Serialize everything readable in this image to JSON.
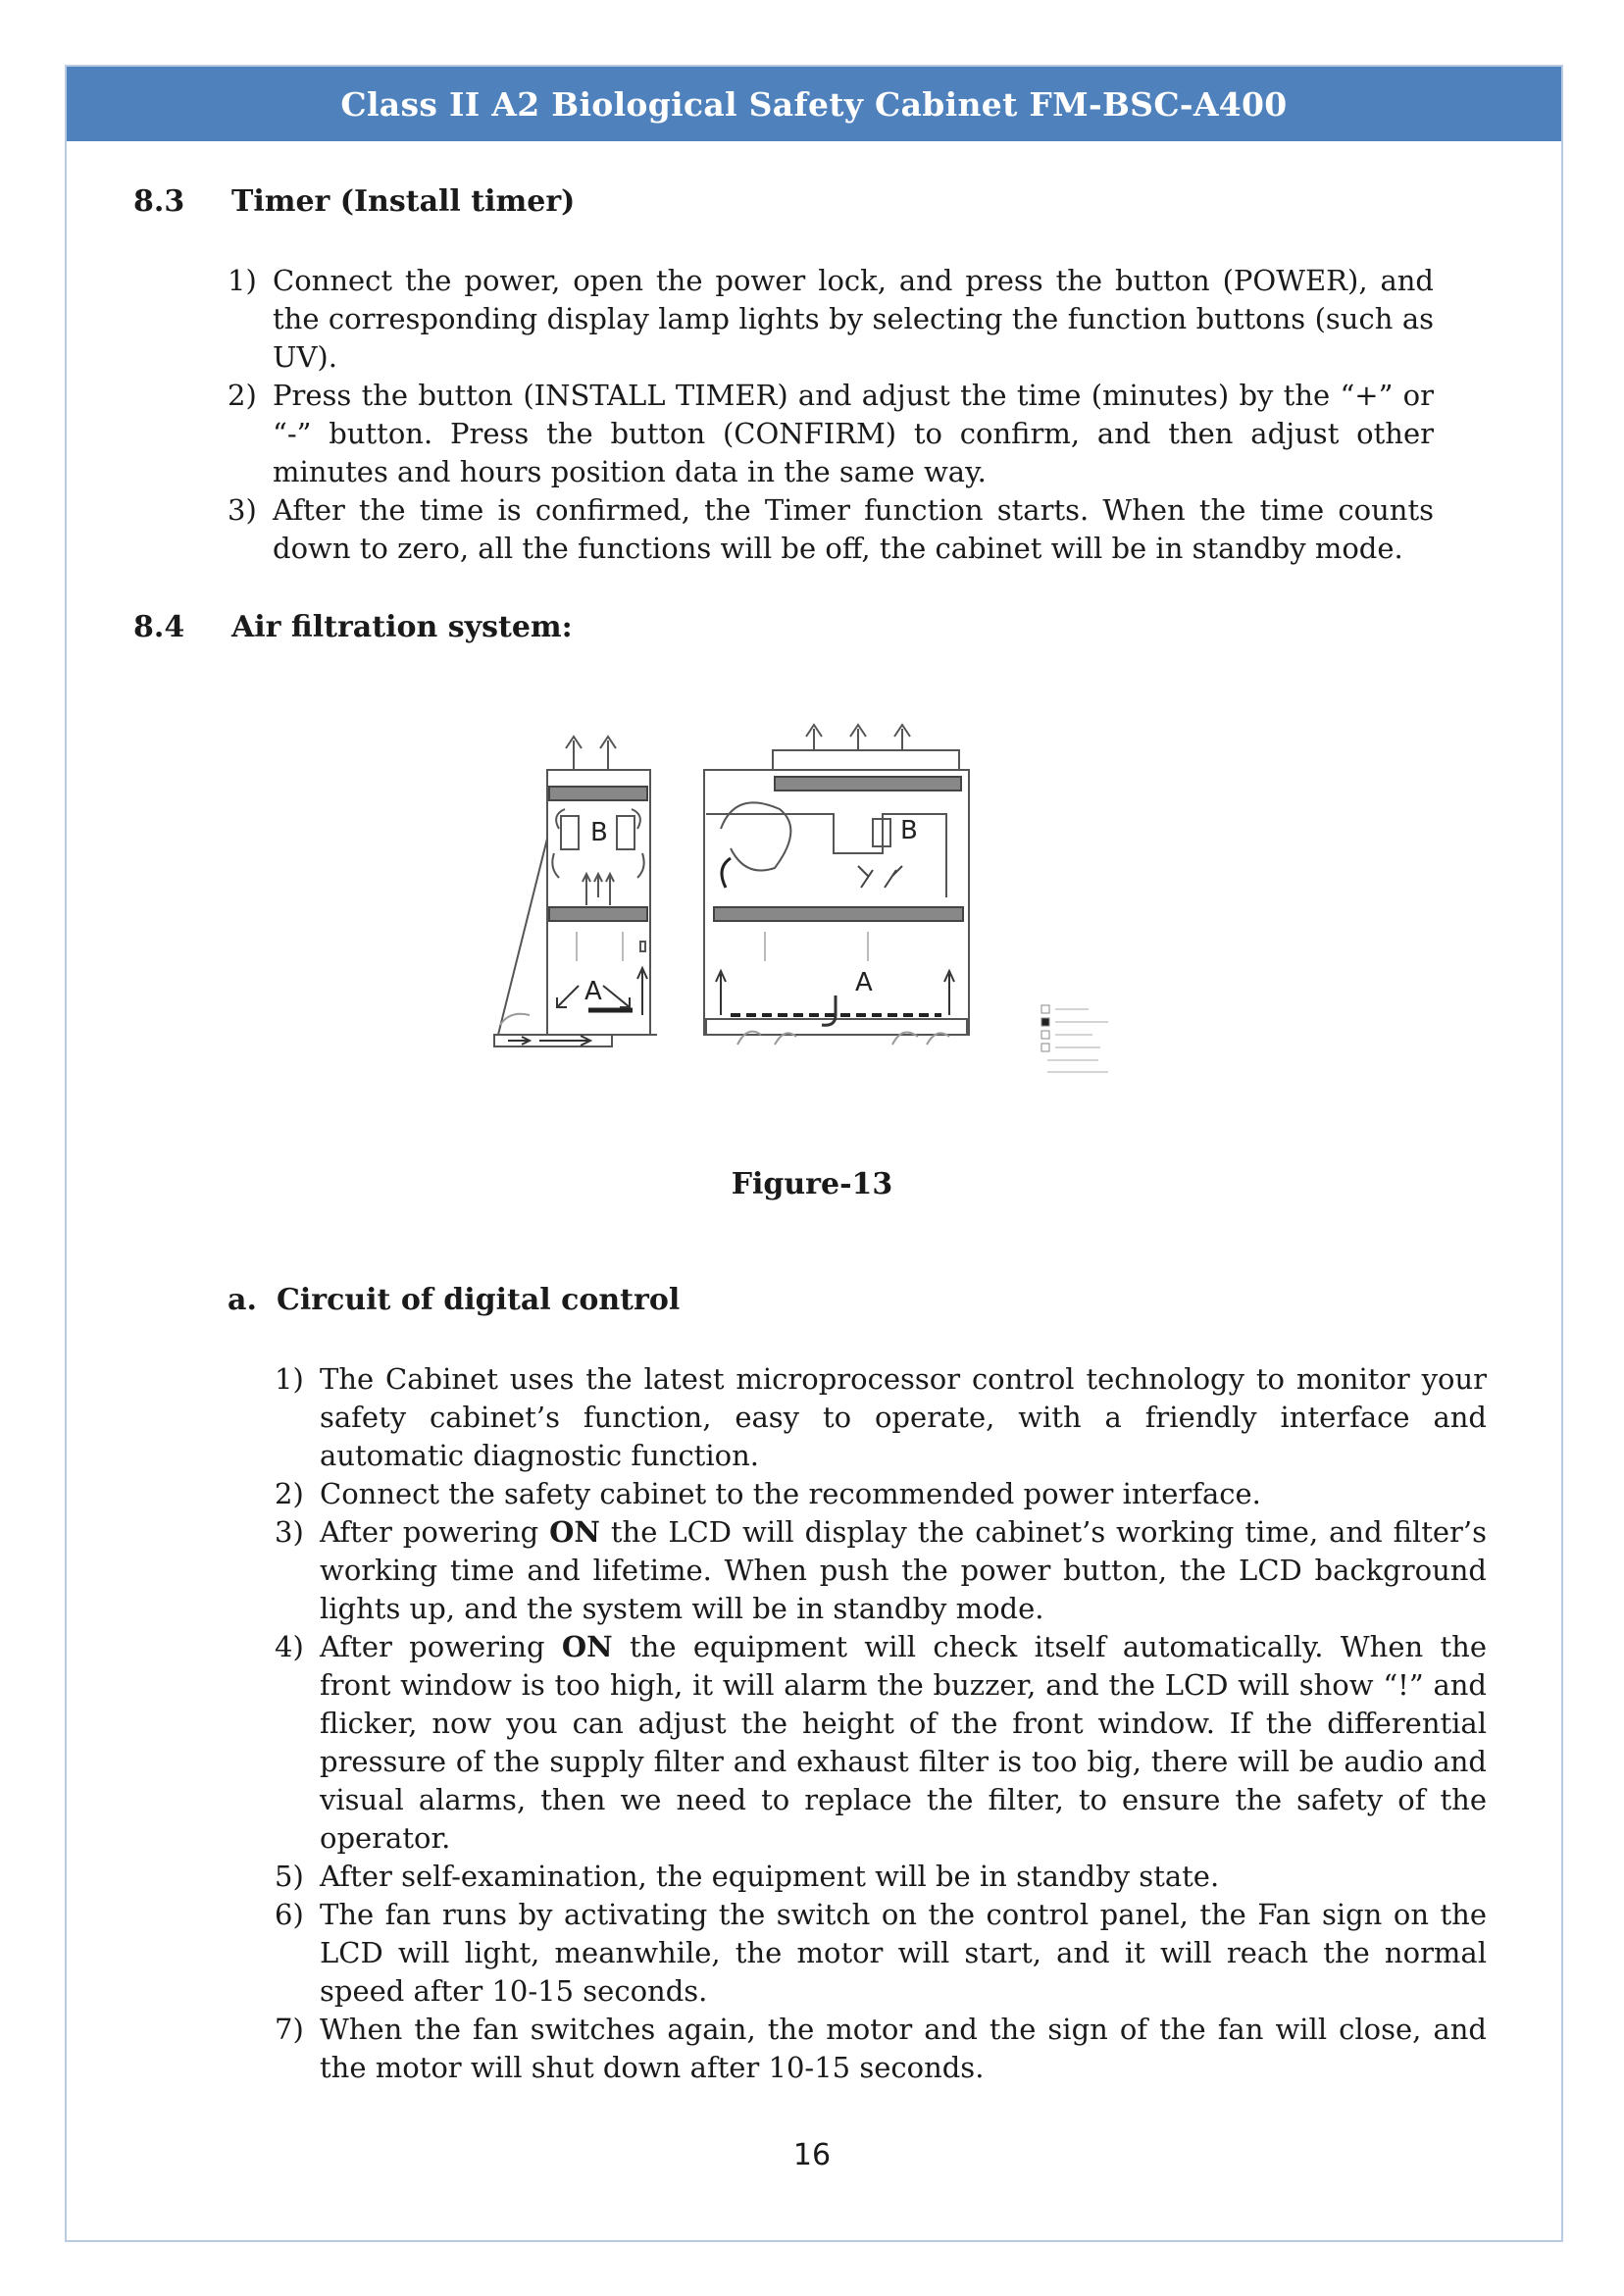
{
  "header": {
    "title": "Class II A2 Biological Safety Cabinet FM-BSC-A400"
  },
  "section_8_3": {
    "number": "8.3",
    "title": "Timer (Install timer)",
    "items": [
      {
        "n": "1)",
        "text": "Connect the power, open the power lock, and press the button (POWER), and the corresponding display lamp lights by selecting the function buttons (such as UV)."
      },
      {
        "n": "2)",
        "text": "Press the button (INSTALL TIMER) and adjust the time (minutes) by the “+” or “-” button. Press the button (CONFIRM) to confirm, and then adjust other minutes and hours position data in the same way."
      },
      {
        "n": "3)",
        "text": "After the time is confirmed, the Timer function starts. When the time counts down to zero, all the functions will be off, the cabinet will be in standby mode."
      }
    ]
  },
  "section_8_4": {
    "number": "8.4",
    "title": "Air filtration system:"
  },
  "figure": {
    "caption": "Figure-13",
    "left_label_A": "A",
    "left_label_B": "B",
    "right_label_A": "A",
    "right_label_B": "B"
  },
  "subsection_a": {
    "letter": "a.",
    "title": "Circuit of digital control",
    "on_word": "ON",
    "items": [
      {
        "n": "1)",
        "text": "The Cabinet uses the latest microprocessor control technology to monitor your safety cabinet’s function, easy to operate, with a friendly interface and automatic diagnostic function."
      },
      {
        "n": "2)",
        "text": "Connect the safety cabinet to the recommended power interface."
      },
      {
        "n": "3)",
        "pre": "After powering ",
        "post": " the LCD will display the cabinet’s working time, and filter’s working time and lifetime. When push the power button, the LCD background lights up, and the system will be in standby mode."
      },
      {
        "n": "4)",
        "pre": "After powering ",
        "post": " the equipment will check itself automatically. When the front window is too high, it will alarm the buzzer, and the LCD will show “!” and flicker, now you can adjust the height of the front window. If the differential pressure of the supply filter and exhaust filter is too big, there will be audio and visual alarms, then we need to replace the filter, to ensure the safety of the operator."
      },
      {
        "n": "5)",
        "text": "After self-examination, the equipment will be in standby state."
      },
      {
        "n": "6)",
        "text": "The fan runs by activating the switch on the control panel, the Fan sign on the LCD will light, meanwhile, the motor will start, and it will reach the normal speed after 10-15 seconds."
      },
      {
        "n": "7)",
        "text": "When the fan switches again, the motor and the sign of the fan will close, and the motor will shut down after 10-15 seconds."
      }
    ]
  },
  "page_number": "16"
}
